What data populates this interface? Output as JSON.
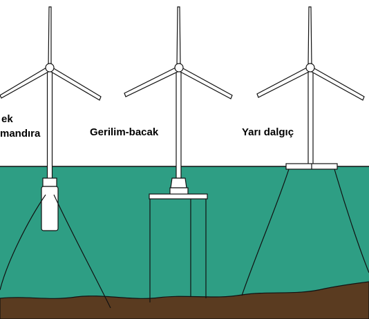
{
  "labels": {
    "spar_line1": "ek",
    "spar_line2": "mandıra",
    "tension_leg": "Gerilim-bacak",
    "semi_sub": "Yarı dalgıç"
  },
  "colors": {
    "sea": "#2e9e84",
    "seabed": "#5a3b20",
    "outline": "#111111",
    "structure": "#ffffff",
    "background": "#ffffff"
  }
}
